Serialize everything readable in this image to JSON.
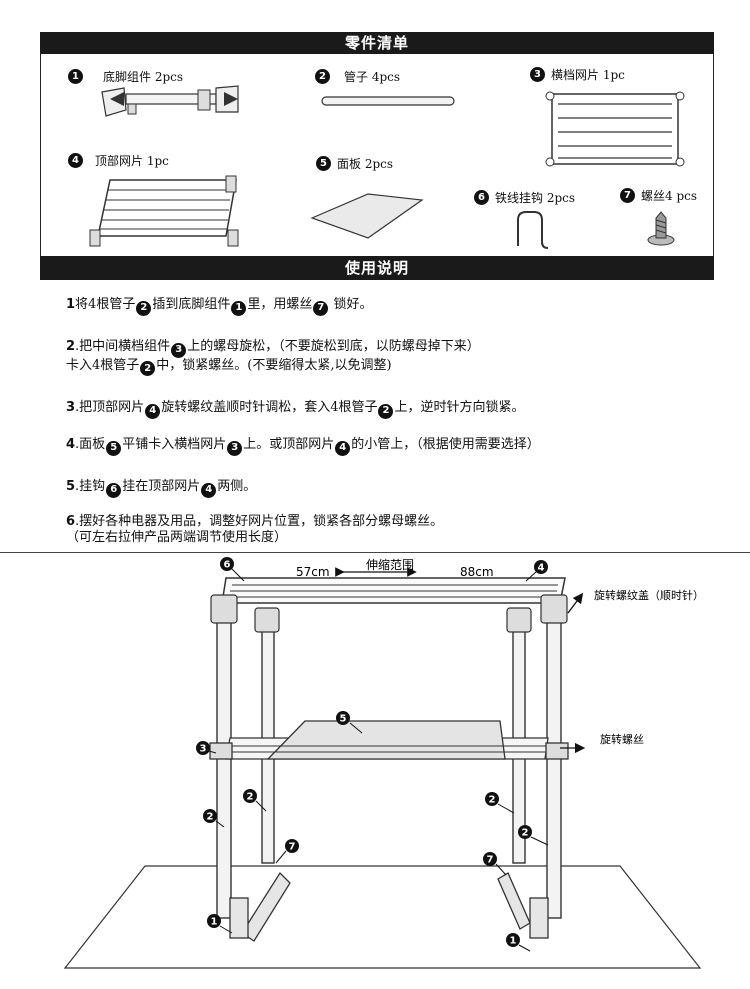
{
  "parts_title": "零件清单",
  "usage_title": "使用说明",
  "parts": [
    {
      "num": "1",
      "label": "底脚组件 2pcs"
    },
    {
      "num": "2",
      "label": "管子 4pcs"
    },
    {
      "num": "3",
      "label": "横档网片 1pc"
    },
    {
      "num": "4",
      "label": "顶部网片 1pc"
    },
    {
      "num": "5",
      "label": "面板 2pcs"
    },
    {
      "num": "6",
      "label": "铁线挂钩 2pcs"
    },
    {
      "num": "7",
      "label": "螺丝4 pcs"
    }
  ],
  "steps": {
    "s1": {
      "n": "1",
      "t1": "将4根管子",
      "t2": "插到底脚组件",
      "t3": "里，用螺丝",
      "t4": " 锁好。"
    },
    "s2": {
      "n": "2",
      "t1": ".把中间横档组件",
      "t2": "上的螺母旋松，（不要旋松到底，以防螺母掉下来）",
      "t3": " 卡入4根管子",
      "t4": "中，锁紧螺丝。(不要缩得太紧,以免调整)"
    },
    "s3": {
      "n": "3",
      "t1": ".把顶部网片",
      "t2": "旋转螺纹盖顺时针调松，套入4根管子",
      "t3": "上，逆时针方向锁紧。"
    },
    "s4": {
      "n": "4",
      "t1": ".面板",
      "t2": "平铺卡入横档网片",
      "t3": "上。或顶部网片",
      "t4": "的小管上，（根据使用需要选择）"
    },
    "s5": {
      "n": "5",
      "t1": ".挂钩",
      "t2": "挂在顶部网片",
      "t3": "两侧。"
    },
    "s6": {
      "n": "6",
      "t1": ".摆好各种电器及用品，调整好网片位置，锁紧各部分螺母螺丝。",
      "t2": "（可左右拉伸产品两端调节使用长度）"
    }
  },
  "diagram": {
    "min": "57cm",
    "range": "伸缩范围",
    "max": "88cm",
    "cap_note": "旋转螺纹盖（顺时针）",
    "screw_note": "旋转螺丝",
    "callouts": [
      "6",
      "4",
      "5",
      "3",
      "2",
      "2",
      "2",
      "2",
      "7",
      "7",
      "1",
      "1"
    ]
  }
}
